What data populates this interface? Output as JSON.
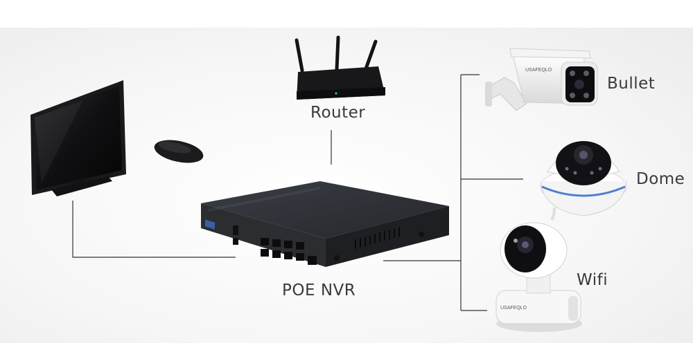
{
  "labels": {
    "router": "Router",
    "nvr": "POE NVR",
    "bullet": "Bullet",
    "dome": "Dome",
    "wifi": "Wifi"
  },
  "camera_brand": "USAFEQLO",
  "colors": {
    "line": "#333333",
    "device_dark": "#1c1c1f",
    "dome_ring": "#4a7fd4"
  }
}
